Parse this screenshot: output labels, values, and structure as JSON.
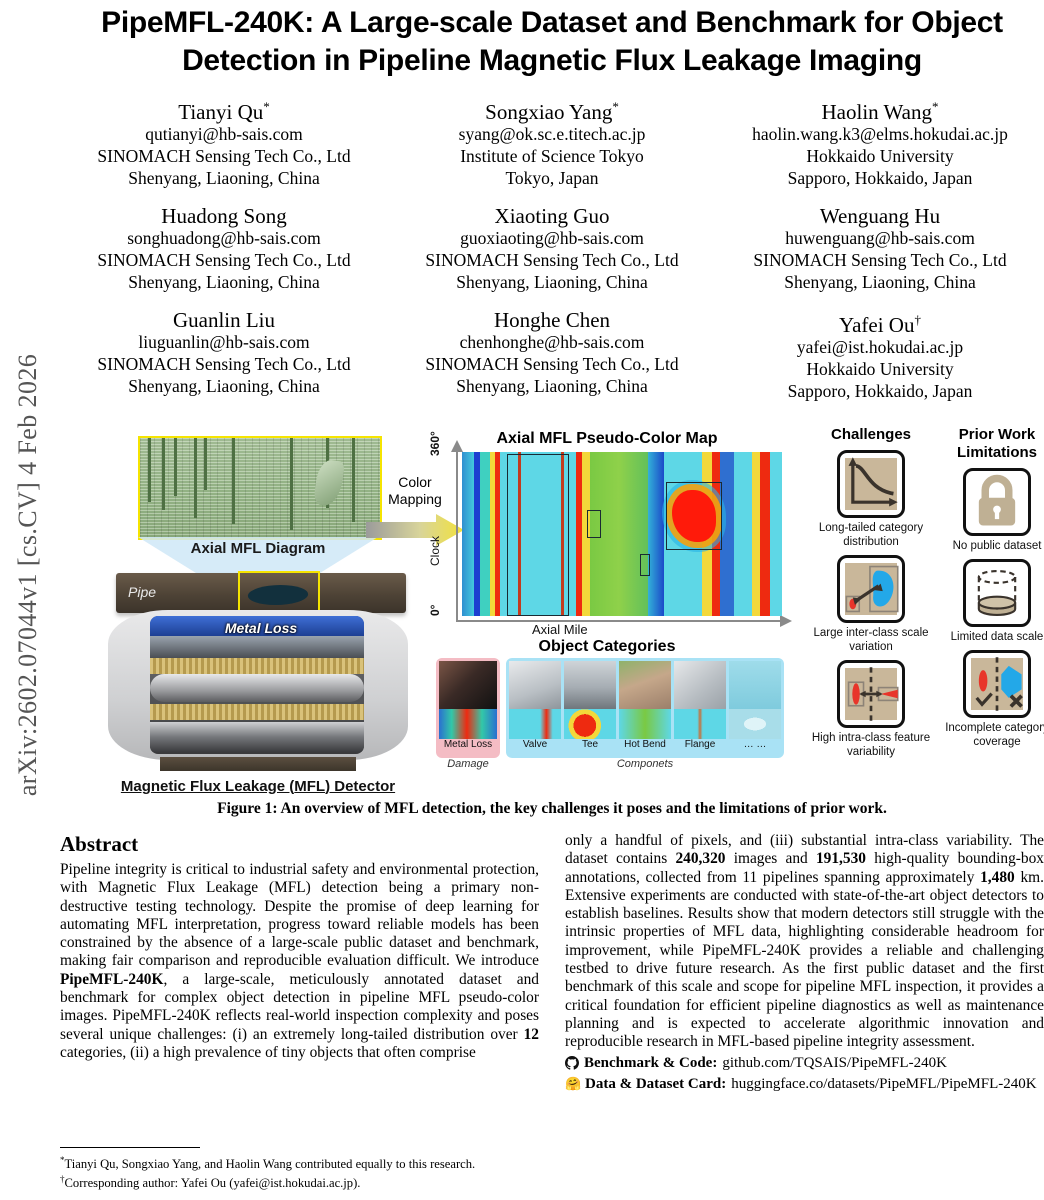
{
  "arxiv_stamp": "arXiv:2602.07044v1  [cs.CV]  4 Feb 2026",
  "title": "PipeMFL-240K: A Large-scale Dataset and Benchmark for Object Detection in Pipeline Magnetic Flux Leakage Imaging",
  "authors": [
    [
      {
        "name": "Tianyi Qu",
        "sup": "*",
        "email": "qutianyi@hb-sais.com",
        "affiliation": "SINOMACH Sensing Tech Co., Ltd",
        "location": "Shenyang, Liaoning, China"
      },
      {
        "name": "Songxiao Yang",
        "sup": "*",
        "email": "syang@ok.sc.e.titech.ac.jp",
        "affiliation": "Institute of Science Tokyo",
        "location": "Tokyo, Japan"
      },
      {
        "name": "Haolin Wang",
        "sup": "*",
        "email": "haolin.wang.k3@elms.hokudai.ac.jp",
        "affiliation": "Hokkaido University",
        "location": "Sapporo, Hokkaido, Japan"
      }
    ],
    [
      {
        "name": "Huadong Song",
        "sup": "",
        "email": "songhuadong@hb-sais.com",
        "affiliation": "SINOMACH Sensing Tech Co., Ltd",
        "location": "Shenyang, Liaoning, China"
      },
      {
        "name": "Xiaoting Guo",
        "sup": "",
        "email": "guoxiaoting@hb-sais.com",
        "affiliation": "SINOMACH Sensing Tech Co., Ltd",
        "location": "Shenyang, Liaoning, China"
      },
      {
        "name": "Wenguang Hu",
        "sup": "",
        "email": "huwenguang@hb-sais.com",
        "affiliation": "SINOMACH Sensing Tech Co., Ltd",
        "location": "Shenyang, Liaoning, China"
      }
    ],
    [
      {
        "name": "Guanlin Liu",
        "sup": "",
        "email": "liuguanlin@hb-sais.com",
        "affiliation": "SINOMACH Sensing Tech Co., Ltd",
        "location": "Shenyang, Liaoning, China"
      },
      {
        "name": "Honghe Chen",
        "sup": "",
        "email": "chenhonghe@hb-sais.com",
        "affiliation": "SINOMACH Sensing Tech Co., Ltd",
        "location": "Shenyang, Liaoning, China"
      },
      {
        "name": "Yafei Ou",
        "sup": "†",
        "email": "yafei@ist.hokudai.ac.jp",
        "affiliation": "Hokkaido University",
        "location": "Sapporo, Hokkaido, Japan"
      }
    ]
  ],
  "figure": {
    "axial_diagram_caption": "Axial MFL Diagram",
    "color_mapping_label": "Color\nMapping",
    "pipe_label": "Pipe",
    "metal_loss_label": "Metal Loss",
    "detector_caption_pre": "Magnetic Flux Leakage (",
    "detector_caption_bold": "MFL",
    "detector_caption_post": ") Detector",
    "map_title": "Axial MFL Pseudo-Color Map",
    "y_top": "360°",
    "y_mid": "Clock",
    "y_bottom": "0°",
    "x_label": "Axial Mile",
    "categories_title": "Object Categories",
    "damage_group": "Damage",
    "components_group": "Componets",
    "damage_items": [
      "Metal Loss"
    ],
    "component_items": [
      "Valve",
      "Tee",
      "Hot Bend",
      "Flange",
      "… …"
    ],
    "challenges_title": "Challenges",
    "challenges": [
      "Long-tailed category distribution",
      "Large inter-class scale variation",
      "High intra-class feature variability"
    ],
    "limitations_title": "Prior Work Limitations",
    "limitations": [
      "No public dataset",
      "Limited data scale",
      "Incomplete category coverage"
    ],
    "caption": "Figure 1: An overview of MFL detection, the key challenges it poses and the limitations of prior work."
  },
  "abstract": {
    "heading": "Abstract",
    "left_paragraph_html": "Pipeline integrity is critical to industrial safety and environmental protection, with Magnetic Flux Leakage (MFL) detection being a primary non-destructive testing technology. Despite the promise of deep learning for automating MFL interpretation, progress toward reliable models has been constrained by the absence of a large-scale public dataset and benchmark, making fair comparison and reproducible evaluation difficult. We introduce <b>PipeMFL-240K</b>, a large-scale, meticulously annotated dataset and benchmark for complex object detection in pipeline MFL pseudo-color images. PipeMFL-240K reflects real-world inspection complexity and poses several unique challenges: (i) an extremely long-tailed distribution over <b>12</b> categories, (ii) a high prevalence of tiny objects that often comprise",
    "right_paragraph_html": "only a handful of pixels, and (iii) substantial intra-class variability. The dataset contains <b>240,320</b> images and <b>191,530</b> high-quality bounding-box annotations, collected from 11 pipelines spanning approximately <b>1,480</b> km. Extensive experiments are conducted with state-of-the-art object detectors to establish baselines. Results show that modern detectors still struggle with the intrinsic properties of MFL data, highlighting considerable headroom for improvement, while PipeMFL-240K provides a reliable and challenging testbed to drive future research. As the first public dataset and the first benchmark of this scale and scope for pipeline MFL inspection, it provides a critical foundation for efficient pipeline diagnostics as well as maintenance planning and is expected to accelerate algorithmic innovation and reproducible research in MFL-based pipeline integrity assessment."
  },
  "links": [
    {
      "icon": "github-icon",
      "label": "Benchmark & Code:",
      "url": "github.com/TQSAIS/PipeMFL-240K"
    },
    {
      "icon": "huggingface-icon",
      "label": "Data & Dataset Card:",
      "url": "huggingface.co/datasets/PipeMFL/PipeMFL-240K"
    }
  ],
  "footnotes": [
    {
      "sup": "*",
      "text": "Tianyi Qu, Songxiao Yang, and Haolin Wang contributed equally to this research."
    },
    {
      "sup": "†",
      "text": "Corresponding author: Yafei Ou (yafei@ist.hokudai.ac.jp)."
    }
  ]
}
